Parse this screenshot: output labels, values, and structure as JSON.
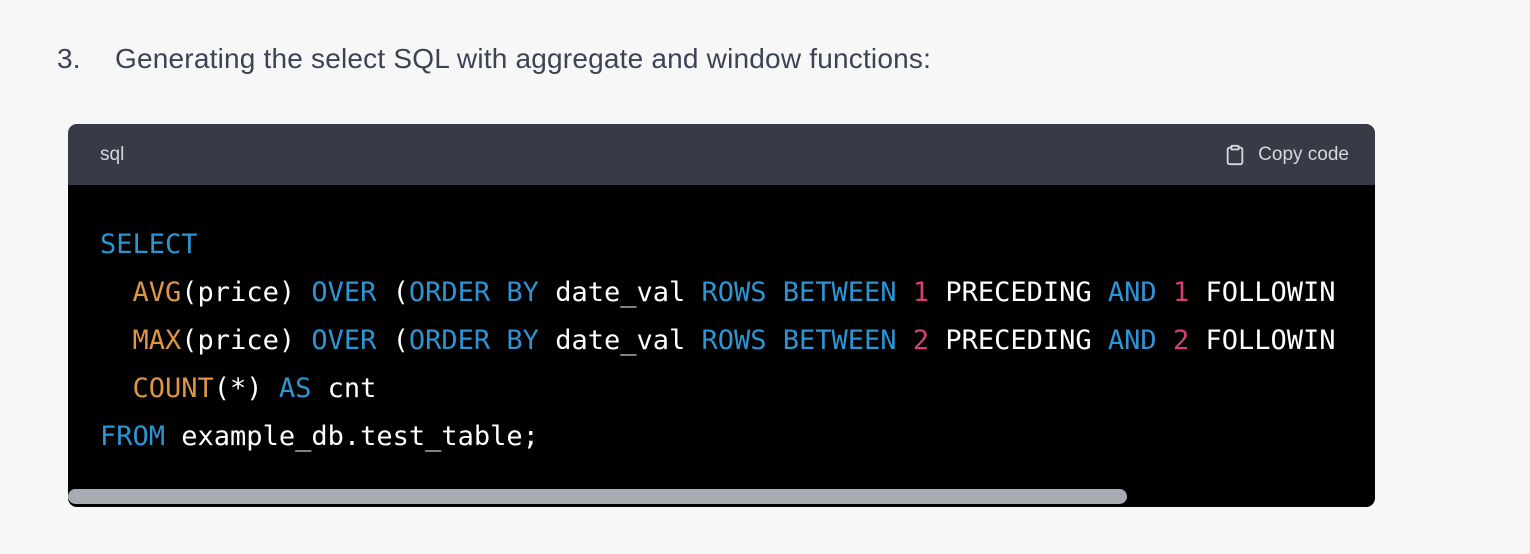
{
  "page": {
    "background": "#F7F7F8"
  },
  "heading": {
    "number": "3.",
    "text": "Generating the select SQL with aggregate and window functions:",
    "color": "#3C4352"
  },
  "code_block": {
    "language_label": "sql",
    "copy_button": {
      "label": "Copy code",
      "icon": "clipboard-icon"
    },
    "colors": {
      "header_bg": "#383A46",
      "header_text": "#D5D6DE",
      "body_bg": "#000000",
      "scrollbar_thumb": "#A9ABB2"
    },
    "syntax_colors": {
      "keyword": "#2E95D3",
      "builtin": "#DE9646",
      "number": "#D93E74",
      "plain": "#FFFFFF"
    },
    "scrollbar": {
      "thumb_fraction": 0.81
    },
    "lines": [
      {
        "tokens": [
          {
            "text": "SELECT",
            "type": "keyword"
          }
        ]
      },
      {
        "tokens": [
          {
            "text": "  ",
            "type": "plain"
          },
          {
            "text": "AVG",
            "type": "builtin"
          },
          {
            "text": "(price) ",
            "type": "plain"
          },
          {
            "text": "OVER",
            "type": "keyword"
          },
          {
            "text": " (",
            "type": "plain"
          },
          {
            "text": "ORDER BY",
            "type": "keyword"
          },
          {
            "text": " date_val ",
            "type": "plain"
          },
          {
            "text": "ROWS BETWEEN",
            "type": "keyword"
          },
          {
            "text": " ",
            "type": "plain"
          },
          {
            "text": "1",
            "type": "number"
          },
          {
            "text": " PRECEDING ",
            "type": "plain"
          },
          {
            "text": "AND",
            "type": "keyword"
          },
          {
            "text": " ",
            "type": "plain"
          },
          {
            "text": "1",
            "type": "number"
          },
          {
            "text": " FOLLOWIN",
            "type": "plain"
          }
        ]
      },
      {
        "tokens": [
          {
            "text": "  ",
            "type": "plain"
          },
          {
            "text": "MAX",
            "type": "builtin"
          },
          {
            "text": "(price) ",
            "type": "plain"
          },
          {
            "text": "OVER",
            "type": "keyword"
          },
          {
            "text": " (",
            "type": "plain"
          },
          {
            "text": "ORDER BY",
            "type": "keyword"
          },
          {
            "text": " date_val ",
            "type": "plain"
          },
          {
            "text": "ROWS BETWEEN",
            "type": "keyword"
          },
          {
            "text": " ",
            "type": "plain"
          },
          {
            "text": "2",
            "type": "number"
          },
          {
            "text": " PRECEDING ",
            "type": "plain"
          },
          {
            "text": "AND",
            "type": "keyword"
          },
          {
            "text": " ",
            "type": "plain"
          },
          {
            "text": "2",
            "type": "number"
          },
          {
            "text": " FOLLOWIN",
            "type": "plain"
          }
        ]
      },
      {
        "tokens": [
          {
            "text": "  ",
            "type": "plain"
          },
          {
            "text": "COUNT",
            "type": "builtin"
          },
          {
            "text": "(*) ",
            "type": "plain"
          },
          {
            "text": "AS",
            "type": "keyword"
          },
          {
            "text": " cnt",
            "type": "plain"
          }
        ]
      },
      {
        "tokens": [
          {
            "text": "FROM",
            "type": "keyword"
          },
          {
            "text": " example_db.test_table;",
            "type": "plain"
          }
        ]
      }
    ]
  }
}
